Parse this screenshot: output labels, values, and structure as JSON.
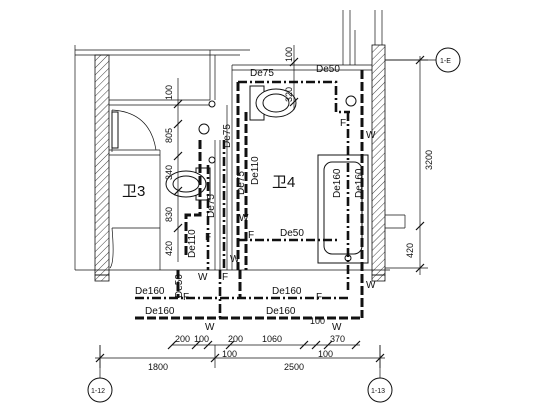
{
  "colors": {
    "ink": "#111111",
    "paper": "#ffffff"
  },
  "rooms": [
    "卫3",
    "卫4"
  ],
  "axes": [
    "1-E",
    "1-12",
    "1-13"
  ],
  "pipe_labels": {
    "de75_top": "De75",
    "de50_top": "De50",
    "de75_mid": "De75",
    "de110_mid": "De110",
    "de75_v1": "De75",
    "de75_v2": "De75",
    "de110_left": "De110",
    "de50_left": "De50",
    "de50_right": "De50",
    "de160_tub1": "De160",
    "de160_tub2": "De160",
    "de160_a": "De160",
    "de160_b": "De160",
    "de160_c": "De160",
    "de160_d": "De160"
  },
  "pipe_marks": {
    "w": "W",
    "f": "F"
  },
  "left_dims": [
    "100",
    "805",
    "340",
    "830",
    "420"
  ],
  "top_dims": [
    "320",
    "100"
  ],
  "right_dims": [
    "3200",
    "420"
  ],
  "bottom_small_dims": [
    "200",
    "100",
    "200",
    "1060",
    "100",
    "370",
    "100",
    "100"
  ],
  "bottom_dims": [
    "1800",
    "2500"
  ]
}
